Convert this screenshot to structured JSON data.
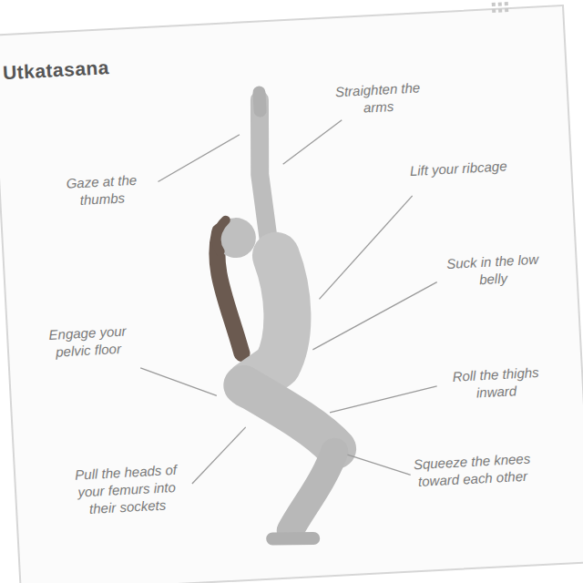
{
  "diagram": {
    "title": "Utkatasana",
    "labels": [
      "Gaze at the thumbs",
      "Straighten the arms",
      "Lift your ribcage",
      "Suck in the low belly",
      "Engage your pelvic floor",
      "Roll the thighs inward",
      "Pull the heads of your femurs into their sockets",
      "Squeeze the knees toward each other"
    ]
  }
}
